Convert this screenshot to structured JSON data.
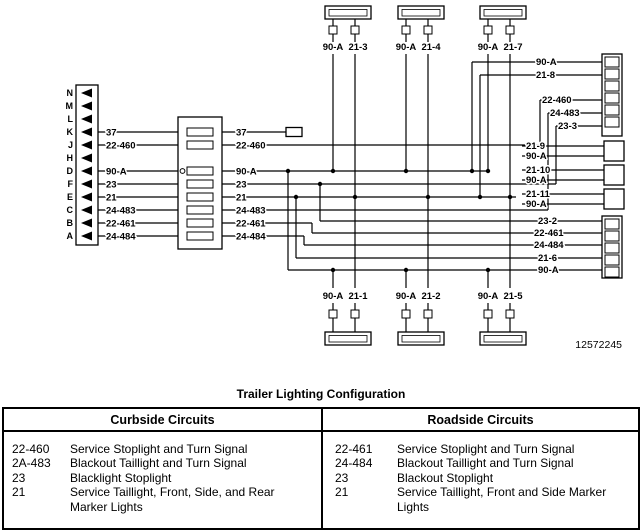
{
  "diagram": {
    "left_connector": {
      "pins": [
        "N",
        "M",
        "L",
        "K",
        "J",
        "H",
        "D",
        "F",
        "E",
        "C",
        "B",
        "A"
      ]
    },
    "left_wires": [
      "37",
      "22-460",
      "90-A",
      "23",
      "21",
      "24-483",
      "22-461",
      "24-484"
    ],
    "center_wires": [
      "37",
      "22-460",
      "90-A",
      "23",
      "21",
      "24-483",
      "22-461",
      "24-484"
    ],
    "top_lamps": [
      {
        "a": "90-A",
        "b": "21-3"
      },
      {
        "a": "90-A",
        "b": "21-4"
      },
      {
        "a": "90-A",
        "b": "21-7"
      }
    ],
    "bottom_lamps": [
      {
        "a": "90-A",
        "b": "21-1"
      },
      {
        "a": "90-A",
        "b": "21-2"
      },
      {
        "a": "90-A",
        "b": "21-5"
      }
    ],
    "right_top_block": [
      "90-A",
      "21-8",
      "22-460",
      "24-483",
      "23-3"
    ],
    "right_markers": [
      {
        "a": "21-9",
        "b": "90-A"
      },
      {
        "a": "21-10",
        "b": "90-A"
      },
      {
        "a": "21-11",
        "b": "90-A"
      }
    ],
    "right_bottom_block": [
      "23-2",
      "22-461",
      "24-484",
      "21-6",
      "90-A"
    ],
    "part_number": "12572245"
  },
  "table": {
    "title": "Trailer Lighting Configuration",
    "curbside": {
      "header": "Curbside Circuits",
      "rows": [
        {
          "code": "22-460",
          "desc": "Service Stoplight and Turn Signal"
        },
        {
          "code": "2A-483",
          "desc": "Blackout Taillight and Turn Signal"
        },
        {
          "code": "23",
          "desc": "Blacklight Stoplight"
        },
        {
          "code": "21",
          "desc": "Service Taillight, Front, Side, and Rear Marker Lights"
        }
      ]
    },
    "roadside": {
      "header": "Roadside Circuits",
      "rows": [
        {
          "code": "22-461",
          "desc": "Service Stoplight and Turn Signal"
        },
        {
          "code": "24-484",
          "desc": "Blackout Taillight and Turn Signal"
        },
        {
          "code": "23",
          "desc": "Blackout Stoplight"
        },
        {
          "code": "21",
          "desc": "Service Taillight, Front and Side Marker Lights"
        }
      ]
    }
  }
}
